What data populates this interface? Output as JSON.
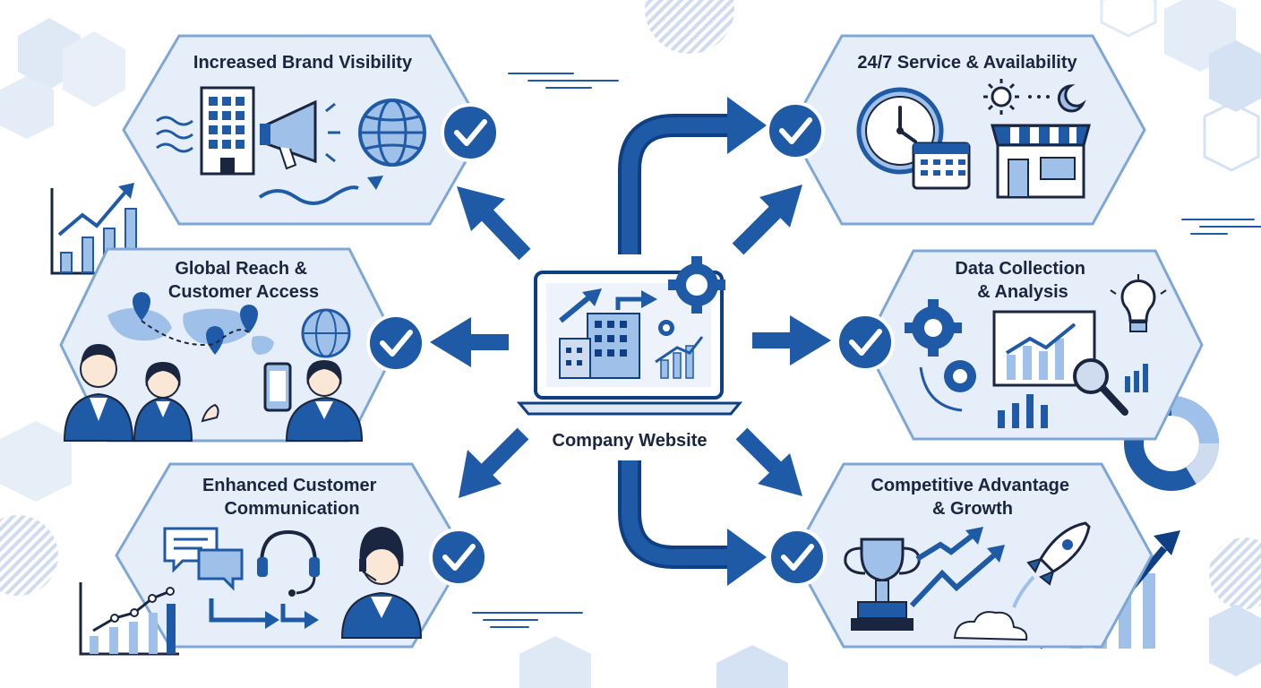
{
  "colors": {
    "primary": "#1f5aa6",
    "dark": "#0f3f83",
    "panel_fill": "#e6eef9",
    "panel_stroke": "#7fa7d6",
    "light": "#9fc0e8",
    "text": "#1a2540"
  },
  "center": {
    "label": "Company Website",
    "icons": [
      "laptop-icon",
      "building-icon",
      "gear-icon",
      "bar-chart-icon",
      "trend-arrow-icon"
    ]
  },
  "benefits": [
    {
      "key": "brand-visibility",
      "title_lines": [
        "Increased Brand Visibility"
      ],
      "icons": [
        "building-icon",
        "megaphone-icon",
        "globe-icon",
        "wave-icon"
      ],
      "checked": true
    },
    {
      "key": "global-reach",
      "title_lines": [
        "Global Reach &",
        "Customer Access"
      ],
      "icons": [
        "world-map-icon",
        "location-pin-icon",
        "globe-icon",
        "people-icon",
        "phone-icon"
      ],
      "checked": true
    },
    {
      "key": "customer-communication",
      "title_lines": [
        "Enhanced Customer",
        "Communication"
      ],
      "icons": [
        "chat-bubble-icon",
        "headset-icon",
        "support-agent-icon",
        "line-chart-icon"
      ],
      "checked": true
    },
    {
      "key": "service-availability",
      "title_lines": [
        "24/7 Service & Availability"
      ],
      "icons": [
        "clock-icon",
        "calendar-icon",
        "sun-icon",
        "moon-icon",
        "storefront-icon"
      ],
      "checked": true
    },
    {
      "key": "data-analysis",
      "title_lines": [
        "Data Collection",
        "& Analysis"
      ],
      "icons": [
        "gear-icon",
        "dashboard-chart-icon",
        "magnifier-icon",
        "lightbulb-icon",
        "donut-chart-icon"
      ],
      "checked": true
    },
    {
      "key": "competitive-growth",
      "title_lines": [
        "Competitive Advantage",
        "& Growth"
      ],
      "icons": [
        "trophy-icon",
        "rocket-icon",
        "growth-arrow-icon",
        "bar-chart-icon"
      ],
      "checked": true
    }
  ]
}
